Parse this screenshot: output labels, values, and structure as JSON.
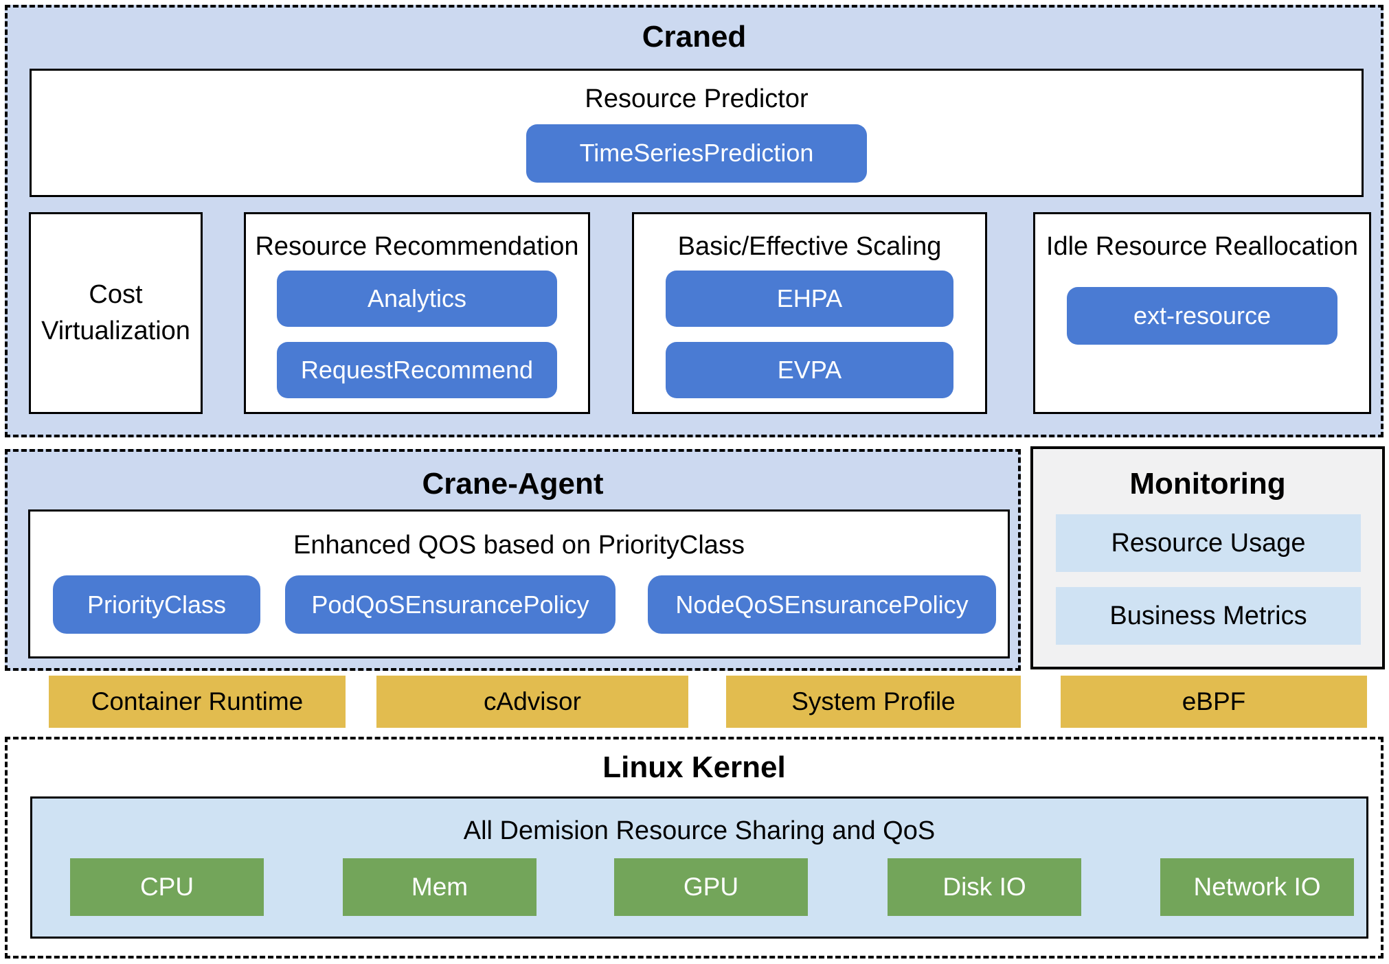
{
  "colors": {
    "section_bg": "#ccd9f0",
    "inner_blue": "#cfe2f3",
    "chip_blue": "#4a7bd3",
    "bar_yellow": "#e2bc4f",
    "box_green": "#73a55a",
    "monitoring_bg": "#f1f1f2"
  },
  "craned": {
    "title": "Craned",
    "resource_predictor": {
      "title": "Resource Predictor",
      "button": "TimeSeriesPrediction"
    },
    "cost_virtualization": {
      "title": "Cost Virtualization"
    },
    "resource_recommendation": {
      "title": "Resource Recommendation",
      "buttons": [
        "Analytics",
        "RequestRecommend"
      ]
    },
    "basic_effective_scaling": {
      "title": "Basic/Effective Scaling",
      "buttons": [
        "EHPA",
        "EVPA"
      ]
    },
    "idle_resource_reallocation": {
      "title": "Idle Resource Reallocation",
      "button": "ext-resource"
    }
  },
  "crane_agent": {
    "title": "Crane-Agent",
    "qos": {
      "title": "Enhanced QOS based on PriorityClass",
      "buttons": [
        "PriorityClass",
        "PodQoSEnsurancePolicy",
        "NodeQoSEnsurancePolicy"
      ]
    }
  },
  "monitoring": {
    "title": "Monitoring",
    "items": [
      "Resource Usage",
      "Business Metrics"
    ]
  },
  "node_components": [
    "Container Runtime",
    "cAdvisor",
    "System Profile",
    "eBPF"
  ],
  "linux_kernel": {
    "title": "Linux Kernel",
    "sharing": {
      "title": "All Demision Resource Sharing and QoS",
      "resources": [
        "CPU",
        "Mem",
        "GPU",
        "Disk IO",
        "Network IO"
      ]
    }
  }
}
